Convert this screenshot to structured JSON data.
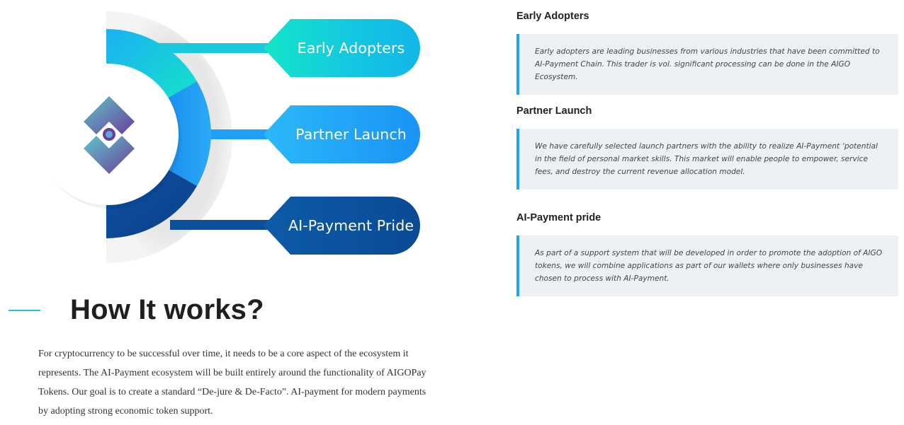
{
  "infographic": {
    "pills": [
      {
        "label": "Early Adopters"
      },
      {
        "label": "Partner Launch"
      },
      {
        "label": "AI-Payment Pride"
      }
    ],
    "colors": {
      "teal": "#14e6c8",
      "blue": "#1a93f6",
      "navy": "#0a4a95",
      "logo_purple": "#6a3d9a",
      "logo_teal": "#5fc6c9"
    },
    "logo_icon": "diamond-logo-icon"
  },
  "how_it_works": {
    "title": "How It works?",
    "body": "For cryptocurrency to be successful over time, it needs to be a core aspect of the ecosystem it represents. The AI-Payment ecosystem will be built entirely around the functionality of AIGOPay Tokens. Our goal is to create a standard “De-jure & De-Facto”. AI-payment for modern payments by adopting strong economic token support."
  },
  "features": [
    {
      "title": "Early Adopters",
      "text": "Early adopters are leading businesses from various industries that have been committed to AI-Payment Chain. This trader is vol. significant processing can be done in the AIGO Ecosystem."
    },
    {
      "title": "Partner Launch",
      "text": "We have carefully selected launch partners with the ability to realize AI-Payment ‘potential in the field of personal market skills. This market will enable people to empower, service fees, and destroy the current revenue allocation model."
    },
    {
      "title": "AI-Payment pride",
      "text": "As part of a support system that will be developed in order to promote the adoption of AIGO tokens, we will combine applications as part of our wallets where only businesses have chosen to process with AI-Payment."
    }
  ],
  "accent_color": "#1ea3f5"
}
